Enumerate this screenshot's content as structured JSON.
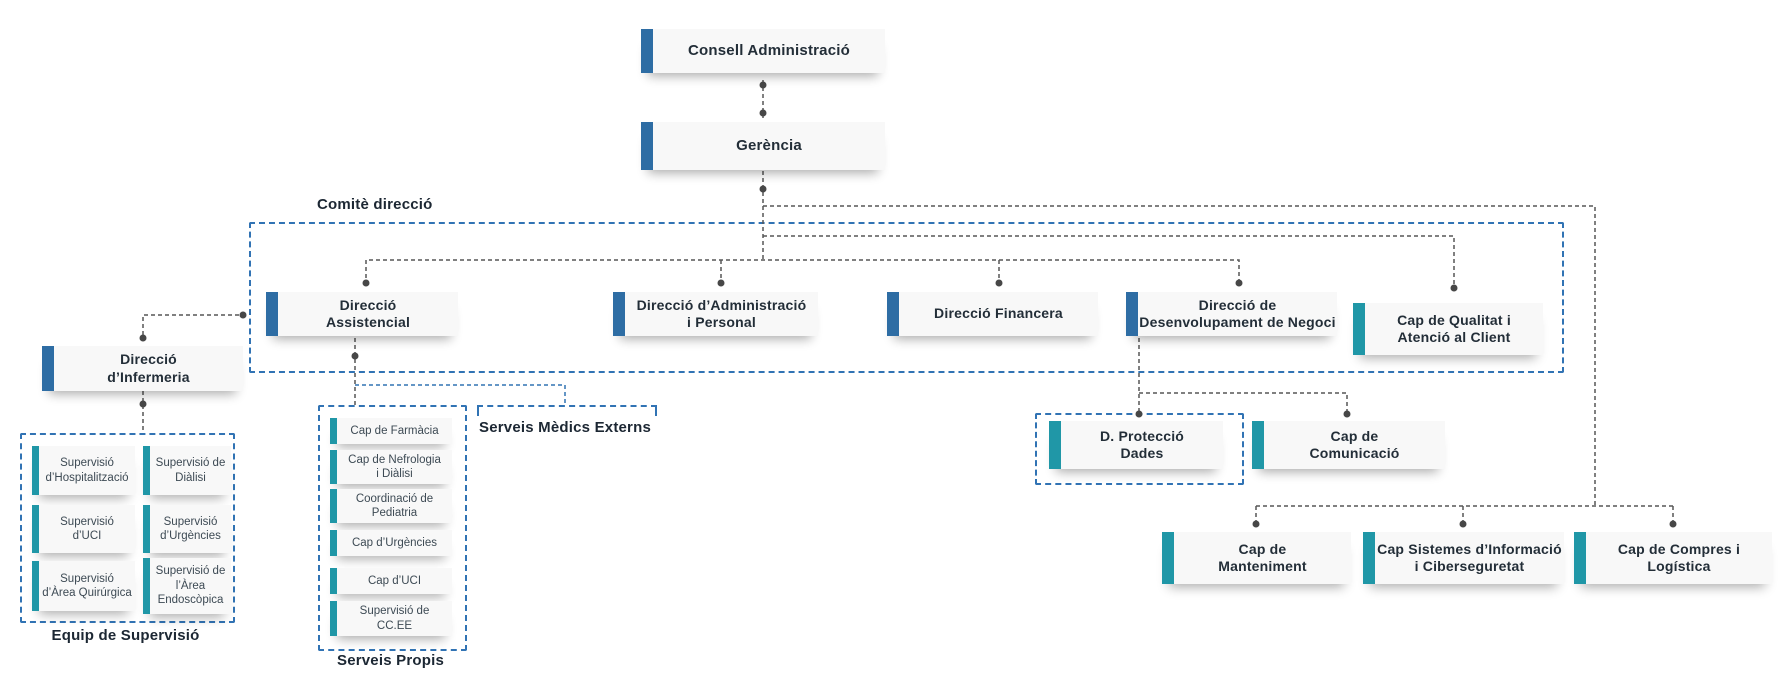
{
  "palette": {
    "bar_blue": "#2e6da4",
    "bar_teal": "#2097a7",
    "dashed_blue": "#3173b4",
    "connector_gray": "#575757",
    "box_bg": "#f8f8f8",
    "title_text": "#232e38",
    "small_text": "#3d4a54"
  },
  "groups": {
    "comite": {
      "label": "Comitè direcció"
    },
    "equip": {
      "label": "Equip de Supervisió"
    },
    "propis": {
      "label": "Serveis Propis"
    },
    "externs": {
      "label": "Serveis Mèdics Externs"
    }
  },
  "nodes": [
    {
      "id": "consell",
      "label": "Consell Administració"
    },
    {
      "id": "gerencia",
      "label": "Gerència"
    },
    {
      "id": "assistencial",
      "label": "Direcció\nAssistencial"
    },
    {
      "id": "administracio",
      "label": "Direcció d’Administració\ni Personal"
    },
    {
      "id": "financera",
      "label": "Direcció Financera"
    },
    {
      "id": "desenvolupament",
      "label": "Direcció de\nDesenvolupament de Negoci"
    },
    {
      "id": "qualitat",
      "label": "Cap de Qualitat i\nAtenció al Client"
    },
    {
      "id": "infermeria",
      "label": "Direcció\nd’Infermeria"
    },
    {
      "id": "hospitalitzacio",
      "label": "Supervisió\nd’Hospitalització"
    },
    {
      "id": "dialisi",
      "label": "Supervisió de\nDiàlisi"
    },
    {
      "id": "uci",
      "label": "Supervisió\nd’UCI"
    },
    {
      "id": "urgencies",
      "label": "Supervisió\nd’Urgències"
    },
    {
      "id": "quirurgica",
      "label": "Supervisió\nd’Àrea Quirúrgica"
    },
    {
      "id": "endoscopica",
      "label": "Supervisió de\nl’Àrea\nEndoscòpica"
    },
    {
      "id": "farmacia",
      "label": "Cap de Farmàcia"
    },
    {
      "id": "nefrologia",
      "label": "Cap de Nefrologia\ni Diàlisi"
    },
    {
      "id": "pediatria",
      "label": "Coordinació de\nPediatria"
    },
    {
      "id": "cap-urgencies",
      "label": "Cap d’Urgències"
    },
    {
      "id": "cap-uci",
      "label": "Cap d’UCI"
    },
    {
      "id": "ccee",
      "label": "Supervisió de\nCC.EE"
    },
    {
      "id": "proteccio",
      "label": "D. Protecció\nDades"
    },
    {
      "id": "comunicacio",
      "label": "Cap de\nComunicació"
    },
    {
      "id": "manteniment",
      "label": "Cap de\nManteniment"
    },
    {
      "id": "sistemes",
      "label": "Cap Sistemes d’Informació\ni Ciberseguretat"
    },
    {
      "id": "compres",
      "label": "Cap de Compres i\nLogística"
    }
  ]
}
